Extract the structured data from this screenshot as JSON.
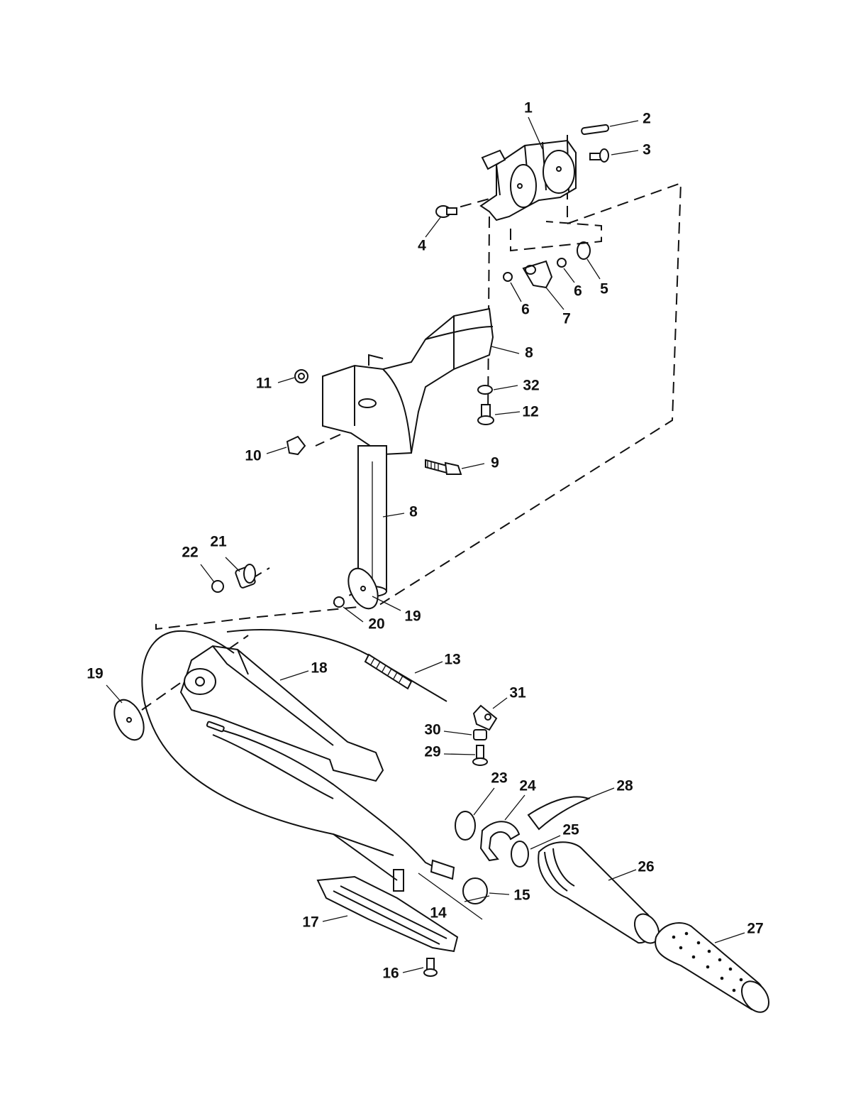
{
  "diagram": {
    "background": "#ffffff",
    "ink": "#111111",
    "callouts": [
      {
        "id": "c1",
        "text": "1"
      },
      {
        "id": "c2",
        "text": "2"
      },
      {
        "id": "c3",
        "text": "3"
      },
      {
        "id": "c4",
        "text": "4"
      },
      {
        "id": "c5",
        "text": "5"
      },
      {
        "id": "c6a",
        "text": "6"
      },
      {
        "id": "c6b",
        "text": "6"
      },
      {
        "id": "c7",
        "text": "7"
      },
      {
        "id": "c8a",
        "text": "8"
      },
      {
        "id": "c32",
        "text": "32"
      },
      {
        "id": "c11",
        "text": "11"
      },
      {
        "id": "c12",
        "text": "12"
      },
      {
        "id": "c10",
        "text": "10"
      },
      {
        "id": "c9",
        "text": "9"
      },
      {
        "id": "c8b",
        "text": "8"
      },
      {
        "id": "c21",
        "text": "21"
      },
      {
        "id": "c22",
        "text": "22"
      },
      {
        "id": "c19a",
        "text": "19"
      },
      {
        "id": "c20",
        "text": "20"
      },
      {
        "id": "c18",
        "text": "18"
      },
      {
        "id": "c13",
        "text": "13"
      },
      {
        "id": "c19b",
        "text": "19"
      },
      {
        "id": "c31",
        "text": "31"
      },
      {
        "id": "c30",
        "text": "30"
      },
      {
        "id": "c29",
        "text": "29"
      },
      {
        "id": "c23",
        "text": "23"
      },
      {
        "id": "c24",
        "text": "24"
      },
      {
        "id": "c28",
        "text": "28"
      },
      {
        "id": "c25",
        "text": "25"
      },
      {
        "id": "c26",
        "text": "26"
      },
      {
        "id": "c15",
        "text": "15"
      },
      {
        "id": "c14",
        "text": "14"
      },
      {
        "id": "c17",
        "text": "17"
      },
      {
        "id": "c27",
        "text": "27"
      },
      {
        "id": "c16",
        "text": "16"
      }
    ]
  }
}
